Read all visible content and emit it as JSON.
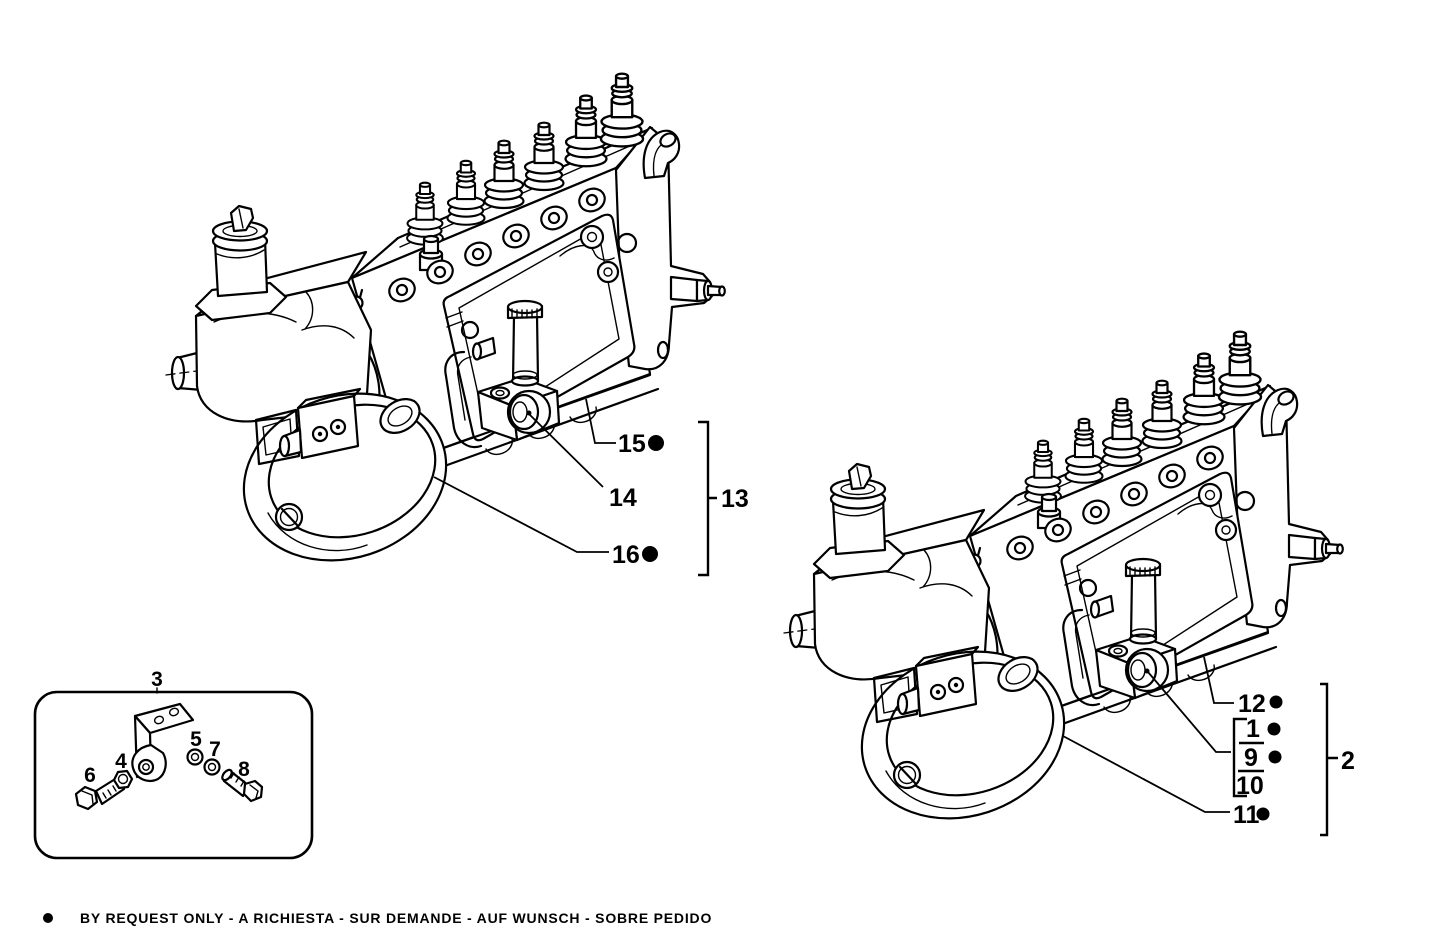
{
  "diagram": {
    "type": "parts-exploded-view",
    "subject": "fuel injection pump assembly (two variants shown)",
    "colors": {
      "ink": "#000000",
      "paper": "#ffffff"
    },
    "callouts": {
      "pump1": {
        "group_ref": {
          "label": "13"
        },
        "items": [
          {
            "label": "15",
            "by_request": true
          },
          {
            "label": "14",
            "by_request": false
          },
          {
            "label": "16",
            "by_request": true
          }
        ]
      },
      "pump2": {
        "group_ref": {
          "label": "2"
        },
        "items": [
          {
            "label": "12",
            "by_request": true
          },
          {
            "label": "11",
            "by_request": true
          }
        ],
        "stack": {
          "items": [
            {
              "label": "1",
              "by_request": true
            },
            {
              "label": "9",
              "by_request": true
            },
            {
              "label": "10",
              "by_request": false
            }
          ]
        }
      },
      "inset": {
        "box_ref": {
          "label": "3"
        },
        "items": [
          {
            "label": "6"
          },
          {
            "label": "4"
          },
          {
            "label": "5"
          },
          {
            "label": "7"
          },
          {
            "label": "8"
          }
        ]
      }
    },
    "footer": {
      "symbol": "filled-circle",
      "text": "BY REQUEST ONLY - A RICHIESTA - SUR DEMANDE - AUF WUNSCH - SOBRE PEDIDO"
    }
  }
}
